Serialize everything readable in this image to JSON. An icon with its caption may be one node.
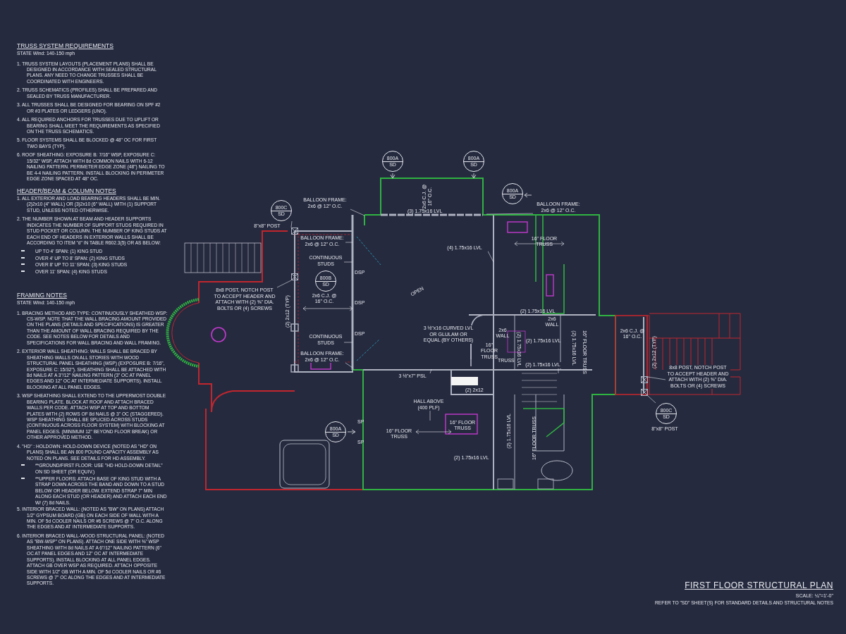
{
  "diagram": {
    "title": "FIRST FLOOR STRUCTURAL PLAN",
    "nodes": [
      {
        "text": [
          "BALLOON FRAME: 2x6 @ 12\" O.C."
        ]
      },
      {
        "text": [
          "BALLOON FRAME: 2x6 @ 12\" O.C."
        ]
      },
      {
        "text": [
          "BALLOON FRAME: 2x6 @ 12\" O.C."
        ]
      },
      {
        "text": [
          "CONTINUOUS STUDS"
        ]
      },
      {
        "text": [
          "CONTINUOUS STUDS"
        ]
      },
      {
        "text": [
          "BALLOON FRAME: 2x6 @ 12\" O.C."
        ]
      },
      {
        "text": [
          "8x8 POST, NOTCH POST TO ACCEPT HEADER AND ATTACH WITH (2) ⅝\" DIA. BOLTS OR (4) SCREWS"
        ]
      },
      {
        "text": [
          "8x8 POST, NOTCH POST TO ACCEPT HEADER AND ATTACH WITH (2) ⅝\" DIA. BOLTS OR (4) SCREWS"
        ]
      },
      {
        "text": [
          "(4) 1.75x16 LVL"
        ]
      },
      {
        "text": [
          "3 ½\"x16 CURVED LVL OR GLULAM OR EQUAL (BY OTHERS)"
        ]
      },
      {
        "text": [
          "3 ½\"x7\" PSL"
        ]
      },
      {
        "text": [
          "HALL ABOVE (400 PLF)"
        ]
      },
      {
        "text": [
          "(2) 1.75x16 LVL"
        ]
      },
      {
        "text": [
          "800C",
          "SD"
        ],
        "beside": [
          "8\"x8\" POST"
        ]
      },
      {
        "text": [
          "800A",
          "SD"
        ]
      },
      {
        "text": [
          "800A",
          "SD"
        ]
      },
      {
        "text": [
          "800A",
          "SD"
        ]
      },
      {
        "text": [
          "800B",
          "SD"
        ]
      },
      {
        "text": [
          "800A",
          "SD"
        ]
      },
      {
        "text": [
          "800C",
          "SD"
        ],
        "beside": [
          "8\"x8\" POST"
        ]
      },
      {
        "text": [],
        "shape": "box"
      },
      {
        "text": [],
        "shape": "box"
      },
      {
        "text": [],
        "shape": "box"
      },
      {
        "text": [],
        "shape": "box"
      }
    ],
    "edges": [
      {
        "from": 0,
        "to": null,
        "arrow": "none"
      },
      {
        "from": 1,
        "to": null,
        "arrow": "none"
      },
      {
        "from": 2,
        "to": null,
        "arrow": "none"
      },
      {
        "from": 3,
        "to": null,
        "arrow": "none"
      },
      {
        "from": 4,
        "to": null,
        "arrow": "none"
      },
      {
        "from": 5,
        "to": null,
        "arrow": "none"
      },
      {
        "from": 6,
        "to": 21,
        "arrow": "none"
      },
      {
        "from": 7,
        "to": 22,
        "arrow": "none"
      },
      {
        "from": 8,
        "to": null,
        "arrow": "none"
      },
      {
        "from": 9,
        "to": null,
        "arrow": "none"
      },
      {
        "from": 10,
        "to": null,
        "arrow": "none"
      },
      {
        "from": 11,
        "to": null,
        "arrow": "none"
      },
      {
        "from": 12,
        "to": null,
        "arrow": "none"
      },
      {
        "from": 13,
        "to": 20,
        "arrow": "none"
      },
      {
        "from": 19,
        "to": 23,
        "arrow": "none"
      }
    ],
    "labels": [
      "TRUSS SYSTEM REQUIREMENTS",
      "STATE Wind: 140-150 mph",
      "1. TRUSS SYSTEM LAYOUTS (PLACEMENT PLANS) SHALL BE DESIGNED IN ACCORDANCE WITH SEALED STRUCTURAL PLANS. ANY NEED TO CHANGE TRUSSES SHALL BE COORDINATED WITH ENGINEERS.",
      "2. TRUSS SCHEMATICS (PROFILES) SHALL BE PREPARED AND SEALED BY TRUSS MANUFACTURER.",
      "3. ALL TRUSSES SHALL BE DESIGNED FOR BEARING ON SPF #2 OR #3 PLATES OR LEDGERS (UNO).",
      "4. ALL REQUIRED ANCHORS FOR TRUSSES DUE TO UPLIFT OR BEARING SHALL MEET THE REQUIREMENTS AS SPECIFIED ON THE TRUSS SCHEMATICS.",
      "5. FLOOR SYSTEMS SHALL BE BLOCKED @ 48\" OC FOR FIRST TWO BAYS (TYP).",
      "6. ROOF SHEATHING: EXPOSURE B: 7/16\" WSP, EXPOSURE C: 15/32\" WSP, ATTACH WITH 8d COMMON NAILS WITH 6-12 NAILING PATTERN. PERIMETER EDGE ZONE (48\") NAILING TO BE 4-4 NAILING PATTERN. INSTALL BLOCKING IN PERIMETER EDGE ZONE SPACED AT 48\" OC.",
      "HEADER/BEAM & COLUMN NOTES",
      "1. ALL EXTERIOR AND LOAD BEARING HEADERS SHALL BE MIN. (2)2x10 (4\" WALL) OR (3)2x10 (6\" WALL) WITH (1) SUPPORT STUD, UNLESS NOTED OTHERWISE.",
      "2. THE NUMBER SHOWN AT BEAM AND HEADER SUPPORTS INDICATES THE NUMBER OF SUPPORT STUDS REQUIRED IN STUD POCKET OR COLUMN. THE NUMBER OF KING STUDS AT EACH END OF HEADERS IN EXTERIOR WALLS SHALL BE ACCORDING TO ITEM \"d\" IN TABLE R602.3(5) OR AS BELOW:",
      "UP TO 4' SPAN: (1) KING STUD",
      "OVER 4' UP TO 8' SPAN: (2) KING STUDS",
      "OVER 8' UP TO 11' SPAN: (3) KING STUDS",
      "OVER 11' SPAN: (4) KING STUDS",
      "FRAMING NOTES",
      "STATE Wind: 140-150 mph",
      "1. BRACING METHOD AND TYPE: CONTINUOUSLY SHEATHED WSP: CS-WSP. NOTE THAT THE WALL BRACING AMOUNT PROVIDED ON THE PLANS (DETAILS AND SPECIFICATIONS) IS GREATER THAN THE AMOUNT OF WALL BRACING REQUIRED BY THE CODE. SEE NOTES BELOW FOR DETAILS AND SPECIFICATIONS FOR WALL BRACING AND WALL FRAMING.",
      "2. EXTERIOR WALL SHEATHING: WALLS SHALL BE BRACED BY SHEATHING WALLS ON ALL STORIES WITH WOOD STRUCTURAL PANEL SHEATHING (WSP) (EXPOSURE B: 7/16\", EXPOSURE C: 15/32\"). SHEATHING SHALL BE ATTACHED WITH 8d NAILS AT A 3\"/12\" NAILING PATTERN (3\" OC AT PANEL EDGES AND 12\" OC AT INTERMEDIATE SUPPORTS). INSTALL BLOCKING AT ALL PANEL EDGES.",
      "3. WSP SHEATHING SHALL EXTEND TO THE UPPERMOST DOUBLE BEARING PLATE. BLOCK AT ROOF AND ATTACH BRACED WALLS PER CODE. ATTACH WSP AT TOP AND BOTTOM PLATES WITH (2) ROWS OF 8d NAILS @ 3\" OC (STAGGERED). WSP SHEATHING SHALL BE SPLICED ACROSS STUDS (CONTINUOUS ACROSS FLOOR SYSTEM) WITH BLOCKING AT PANEL EDGES. (MINIMUM 12\" BEYOND FLOOR BREAK) OR OTHER APPROVED METHOD.",
      "4. \"HD\" : HOLDOWN: HOLD-DOWN DEVICE (NOTED AS \"HD\" ON PLANS) SHALL BE AN 800 POUND CAPACITY ASSEMBLY AS NOTED ON PLANS. SEE DETAILS FOR HD ASSEMBLY.",
      "**GROUND/FIRST FLOOR: USE \"HD HOLD-DOWN DETAIL\" ON SD SHEET (OR EQUIV.)",
      "**UPPER FLOORS: ATTACH BASE OF KING STUD WITH A STRAP DOWN ACROSS THE BAND AND DOWN TO A STUD BELOW OR HEADER BELOW. EXTEND STRAP 7\" MIN ALONG EACH STUD (OR HEADER) AND ATTACH EACH END W/ (7) 8d NAILS.",
      "5. INTERIOR BRACED WALL: (NOTED AS \"BW\" ON PLANS) ATTACH 1/2\" GYPSUM BOARD (GB) ON EACH SIDE OF WALL WITH A MIN. OF 5d COOLER NAILS OR #6 SCREWS @ 7\" O.C. ALONG THE EDGES AND AT INTERMEDIATE SUPPORTS.",
      "6. INTERIOR BRACED WALL-WOOD STRUCTURAL PANEL: (NOTED AS \"BW-WSP\" ON PLANS). ATTACH ONE SIDE WITH ⅜\" WSP SHEATHING WITH 8d NAILS AT A 6\"/12\" NAILING PATTERN (6\" OC AT PANEL EDGES AND 12\" OC AT INTERMEDIATE SUPPORTS). INSTALL BLOCKING AT ALL PANEL EDGES. ATTACH GB OVER WSP AS REQUIRED. ATTACH OPPOSITE SIDE WITH 1/2\" GB WITH A MIN. OF 5d COOLER NAILS OR #6 SCREWS @ 7\" OC ALONG THE EDGES AND AT INTERMEDIATE SUPPORTS.",
      "2x6 C.J. @ 16\" O.C.",
      "(3) 1.75x16 LVL",
      "2x6 C.J. @ 16\" O.C.",
      "DSP",
      "DSP",
      "DSP",
      "OPEN",
      "16\" FLOOR TRUSS",
      "(2) 1.75x16 LVL",
      "2x6 WALL",
      "2x6 WALL",
      "16\" FLOOR TRUSS",
      "TRUSS",
      "(2) 1.75x16 LVL",
      "(2) 1.75x16 LVL",
      "(2) 1.75x16 LVL",
      "16\" FLOOR TRUSS",
      "2x6 C.J. @ 16\" O.C.",
      "(2) 2x12 (TYP)",
      "(2) 2x12 (TYP)",
      "(2) 2x12",
      "16\" FLOOR TRUSS",
      "SP",
      "SP",
      "16\" FLOOR TRUSS",
      "(2) 1.75x16 LVL",
      "(2) 1.75x16 LVL",
      "16\" FLOOR TRUSS",
      "SCALE: ¼\"=1'-0\"",
      "REFER TO \"SD\" SHEET(S) FOR STANDARD DETAILS AND STRUCTURAL NOTES"
    ]
  }
}
